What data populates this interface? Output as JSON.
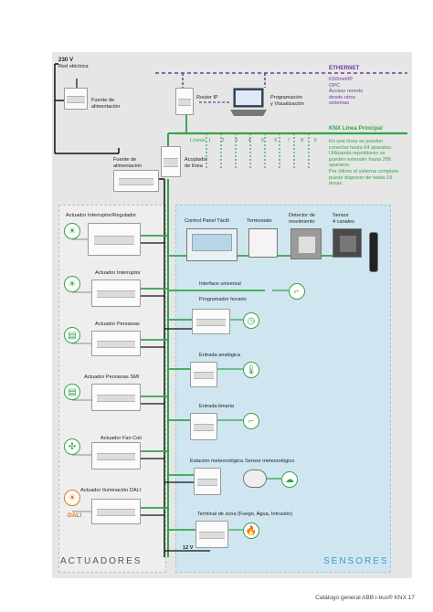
{
  "labels": {
    "supply_voltage": "230 V",
    "supply_network": "Red eléctrica",
    "ethernet": "ETHERNET",
    "ethernet_services": [
      "KNXnet/IP",
      "OPC",
      "Acceso remoto",
      "desde otros",
      "sistemas"
    ],
    "power_supply_top": [
      "Fuente de",
      "alimentación"
    ],
    "ip_router": "Router IP",
    "programming": [
      "Programación",
      "y Visualización"
    ],
    "knx_main_line": "KNX Línea Principal",
    "lines_word": "Líneas",
    "line_numbers": [
      "1",
      "2",
      "3",
      "4",
      "5",
      "6",
      "7",
      "8",
      "9"
    ],
    "main_line_notes": [
      "En una línea se pueden",
      "conectar hasta 64 aparatos.",
      "Utilizando repetidores se",
      "pueden extender hasta 256",
      "aparatos.",
      "Por último el sistema completo",
      "puede disponer de hasta 15",
      "áreas."
    ],
    "power_supply_line": [
      "Fuente de",
      "alimentación"
    ],
    "line_coupler": [
      "Acoplador",
      "de línea"
    ],
    "low_voltage": "12 V",
    "actuators_title": "ACTUADORES",
    "sensors_title": "SENSORES",
    "footer": "Catálogo general ABB i-bus® KNX   17"
  },
  "actuators": [
    {
      "label": "Actuador Interruptor/Regulador",
      "icon": "lamp-dimmer-icon"
    },
    {
      "label": "Actuador Interruptor",
      "icon": "lamp-icon"
    },
    {
      "label": "Actuador Persianas",
      "icon": "blind-icon"
    },
    {
      "label": "Actuador Persianas SMI",
      "icon": "blind-smi-icon"
    },
    {
      "label": "Actuador Fan Coil",
      "icon": "fan-icon"
    },
    {
      "label": "Actuador Iluminación DALI",
      "icon": "lamp-dali-icon",
      "tag": "DALI"
    }
  ],
  "sensors_top": [
    {
      "label": [
        "Control Panel Táctil"
      ]
    },
    {
      "label": [
        "Termostato"
      ]
    },
    {
      "label": [
        "Detector de",
        "movimiento"
      ]
    },
    {
      "label": [
        "Sensor",
        "4 canales"
      ]
    }
  ],
  "sensors_right": [
    {
      "label": "Interface universal",
      "icon": "switch-icon"
    },
    {
      "label": "Programador horario",
      "icon": "clock-icon"
    },
    {
      "label": "Entrada analógica",
      "icon": "thermometer-icon"
    },
    {
      "label": "Entrada binaria",
      "icon": "switch-icon"
    },
    {
      "label": "Estación meteorológica",
      "label2": "Sensor meteorológico",
      "icon": "weather-icon"
    },
    {
      "label": "Terminal de zona (Fuego, Agua, Intrusión)",
      "icon": "alarm-icon"
    }
  ],
  "colors": {
    "bus_green": "#34a34a",
    "ethernet_purple": "#6a3d9a",
    "sensor_bg": "#cfe6f0"
  }
}
